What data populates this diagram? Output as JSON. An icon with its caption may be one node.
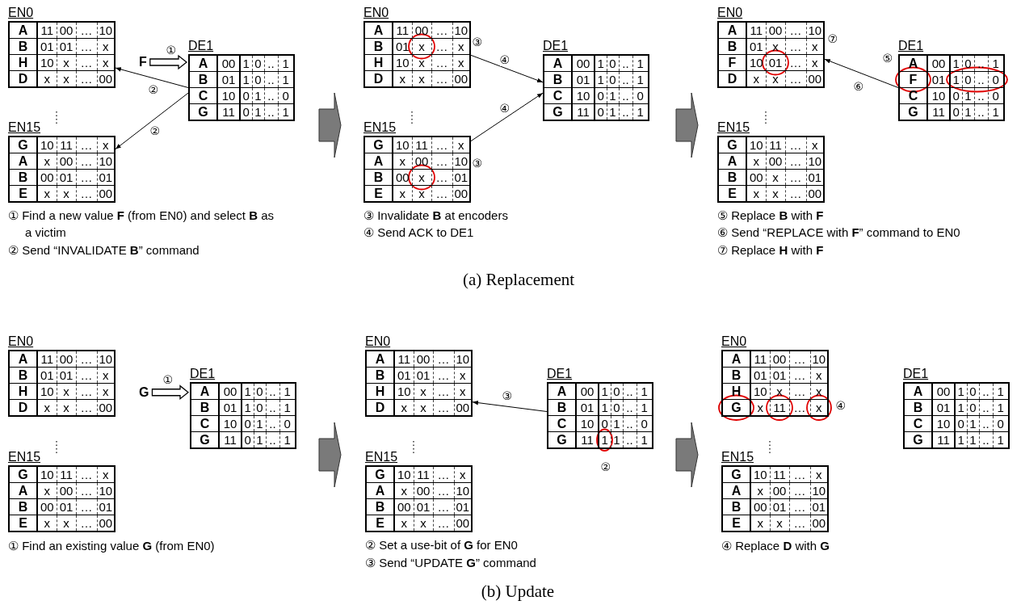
{
  "diagram": {
    "nodes": [
      {
        "text": [
          "EN0",
          "A",
          "11",
          "00",
          "…",
          "10",
          "B",
          "01",
          "01",
          "…",
          "x",
          "H",
          "10",
          "x",
          "…",
          "x",
          "D",
          "x",
          "x",
          "…",
          "00"
        ]
      },
      {
        "text": [
          "EN15",
          "G",
          "10",
          "11",
          "…",
          "x",
          "A",
          "x",
          "00",
          "…",
          "10",
          "B",
          "00",
          "01",
          "…",
          "01",
          "E",
          "x",
          "x",
          "…",
          "00"
        ]
      },
      {
        "text": [
          "F"
        ]
      },
      {
        "text": [
          "DE1",
          "A",
          "00",
          "1",
          "0",
          "..",
          "1",
          "B",
          "01",
          "1",
          "0",
          "..",
          "1",
          "C",
          "10",
          "0",
          "1",
          "..",
          "0",
          "G",
          "11",
          "0",
          "1",
          "..",
          "1"
        ]
      },
      {
        "text": [
          "EN0",
          "A",
          "11",
          "00",
          "…",
          "10",
          "B",
          "01",
          "x",
          "…",
          "x",
          "H",
          "10",
          "x",
          "…",
          "x",
          "D",
          "x",
          "x",
          "…",
          "00"
        ],
        "beside": [
          "③"
        ]
      },
      {
        "text": [
          "EN15",
          "G",
          "10",
          "11",
          "…",
          "x",
          "A",
          "x",
          "00",
          "…",
          "10",
          "B",
          "00",
          "x",
          "…",
          "01",
          "E",
          "x",
          "x",
          "…",
          "00"
        ],
        "beside": [
          "③"
        ]
      },
      {
        "text": [
          "DE1",
          "A",
          "00",
          "1",
          "0",
          "..",
          "1",
          "B",
          "01",
          "1",
          "0",
          "..",
          "1",
          "C",
          "10",
          "0",
          "1",
          "..",
          "0",
          "G",
          "11",
          "0",
          "1",
          "..",
          "1"
        ]
      },
      {
        "text": [
          "EN0",
          "A",
          "11",
          "00",
          "…",
          "10",
          "B",
          "01",
          "x",
          "…",
          "x",
          "F",
          "10",
          "01",
          "…",
          "x",
          "D",
          "x",
          "x",
          "…",
          "00"
        ],
        "beside": [
          "⑦"
        ]
      },
      {
        "text": [
          "EN15",
          "G",
          "10",
          "11",
          "…",
          "x",
          "A",
          "x",
          "00",
          "…",
          "10",
          "B",
          "00",
          "x",
          "…",
          "01",
          "E",
          "x",
          "x",
          "…",
          "00"
        ]
      },
      {
        "text": [
          "DE1",
          "A",
          "00",
          "1",
          "0",
          "..",
          "1",
          "F",
          "01",
          "1",
          "0",
          "..",
          "0",
          "C",
          "10",
          "0",
          "1",
          "..",
          "0",
          "G",
          "11",
          "0",
          "1",
          "..",
          "1"
        ],
        "beside": [
          "⑤"
        ]
      },
      {
        "text": [
          "EN0",
          "A",
          "11",
          "00",
          "…",
          "10",
          "B",
          "01",
          "01",
          "…",
          "x",
          "H",
          "10",
          "x",
          "…",
          "x",
          "D",
          "x",
          "x",
          "…",
          "00"
        ]
      },
      {
        "text": [
          "EN15",
          "G",
          "10",
          "11",
          "…",
          "x",
          "A",
          "x",
          "00",
          "…",
          "10",
          "B",
          "00",
          "01",
          "…",
          "01",
          "E",
          "x",
          "x",
          "…",
          "00"
        ]
      },
      {
        "text": [
          "G"
        ]
      },
      {
        "text": [
          "DE1",
          "A",
          "00",
          "1",
          "0",
          "..",
          "1",
          "B",
          "01",
          "1",
          "0",
          "..",
          "1",
          "C",
          "10",
          "0",
          "1",
          "..",
          "0",
          "G",
          "11",
          "0",
          "1",
          "..",
          "1"
        ]
      },
      {
        "text": [
          "EN0",
          "A",
          "11",
          "00",
          "…",
          "10",
          "B",
          "01",
          "01",
          "…",
          "x",
          "H",
          "10",
          "x",
          "…",
          "x",
          "D",
          "x",
          "x",
          "…",
          "00"
        ]
      },
      {
        "text": [
          "EN15",
          "G",
          "10",
          "11",
          "…",
          "x",
          "A",
          "x",
          "00",
          "…",
          "10",
          "B",
          "00",
          "01",
          "…",
          "01",
          "E",
          "x",
          "x",
          "…",
          "00"
        ]
      },
      {
        "text": [
          "DE1",
          "A",
          "00",
          "1",
          "0",
          "..",
          "1",
          "B",
          "01",
          "1",
          "0",
          "..",
          "1",
          "C",
          "10",
          "0",
          "1",
          "..",
          "0",
          "G",
          "11",
          "1",
          "1",
          "..",
          "1"
        ],
        "beside": [
          "②"
        ]
      },
      {
        "text": [
          "EN0",
          "A",
          "11",
          "00",
          "…",
          "10",
          "B",
          "01",
          "01",
          "…",
          "x",
          "H",
          "10",
          "x",
          "…",
          "x",
          "G",
          "x",
          "11",
          "…",
          "x"
        ],
        "beside": [
          "④"
        ]
      },
      {
        "text": [
          "EN15",
          "G",
          "10",
          "11",
          "…",
          "x",
          "A",
          "x",
          "00",
          "…",
          "10",
          "B",
          "00",
          "01",
          "…",
          "01",
          "E",
          "x",
          "x",
          "…",
          "00"
        ]
      },
      {
        "text": [
          "DE1",
          "A",
          "00",
          "1",
          "0",
          "..",
          "1",
          "B",
          "01",
          "1",
          "0",
          "..",
          "1",
          "C",
          "10",
          "0",
          "1",
          "..",
          "0",
          "G",
          "11",
          "1",
          "1",
          "..",
          "1"
        ]
      }
    ],
    "edges": [
      {
        "from": 2,
        "to": 3,
        "arrow": "to",
        "label": "①",
        "style": "thick"
      },
      {
        "from": 3,
        "to": 0,
        "arrow": "to",
        "label": "②"
      },
      {
        "from": 3,
        "to": 1,
        "arrow": "to",
        "label": "②"
      },
      {
        "from": 4,
        "to": 6,
        "arrow": "to",
        "label": "④"
      },
      {
        "from": 5,
        "to": 6,
        "arrow": "to",
        "label": "④"
      },
      {
        "from": 9,
        "to": 7,
        "arrow": "to",
        "label": "⑥"
      },
      {
        "from": 12,
        "to": 13,
        "arrow": "to",
        "label": "①",
        "style": "thick"
      },
      {
        "from": 16,
        "to": 14,
        "arrow": "to",
        "label": "③"
      }
    ],
    "labels": [
      "① Find a new value **F** (from EN0) and select **B** as a victim",
      "② Send “INVALIDATE **B**” command",
      "③ Invalidate **B** at encoders",
      "④ Send ACK to DE1",
      "⑤ Replace **B** with **F**",
      "⑥ Send “REPLACE with **F**” command to EN0",
      "⑦ Replace **H** with **F**",
      "(a) Replacement",
      "① Find an existing value **G** (from EN0)",
      "② Set a use-bit of **G** for EN0",
      "③ Send “UPDATE **G**” command",
      "④ Replace **D** with **G**",
      "(b) Update"
    ]
  }
}
